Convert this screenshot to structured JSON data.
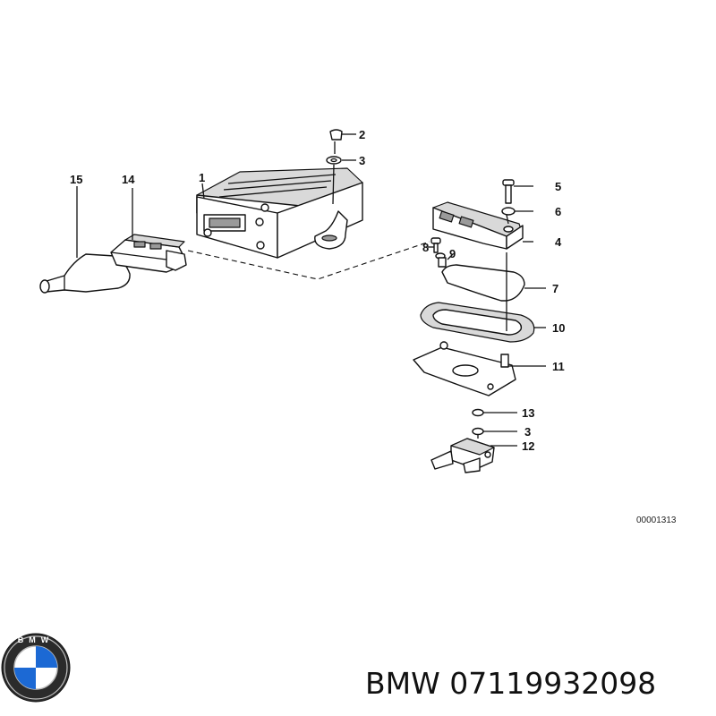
{
  "diagram": {
    "part_labels": [
      "1",
      "2",
      "3",
      "4",
      "5",
      "6",
      "7",
      "8",
      "9",
      "10",
      "11",
      "12",
      "13",
      "3",
      "14",
      "15"
    ],
    "reference_code": "00001313",
    "brand_text": "BMW 07119932098",
    "logo_letters": "BMW"
  }
}
